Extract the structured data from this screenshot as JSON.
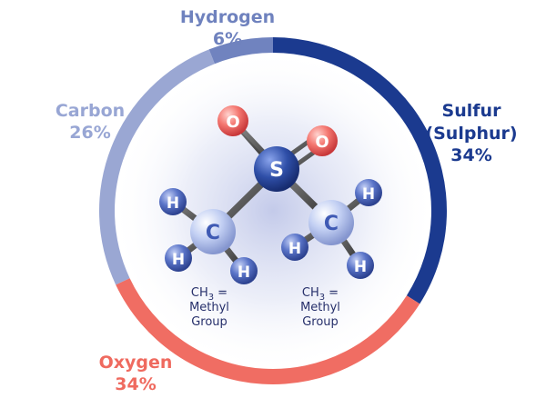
{
  "chart_data": {
    "type": "donut",
    "title": "",
    "slices": [
      {
        "label": "Sulfur",
        "label_line2": "(Sulphur)",
        "value": 34,
        "value_text": "34%",
        "color": "#1b3a8f"
      },
      {
        "label": "Oxygen",
        "value": 34,
        "value_text": "34%",
        "color": "#f06d63"
      },
      {
        "label": "Carbon",
        "value": 26,
        "value_text": "26%",
        "color": "#9aa7d3"
      },
      {
        "label": "Hydrogen",
        "value": 6,
        "value_text": "6%",
        "color": "#7083bf"
      }
    ]
  },
  "molecule": {
    "atoms": {
      "sulfur": "S",
      "oxygen_left": "O",
      "oxygen_right": "O",
      "carbon_left": "C",
      "carbon_right": "C",
      "hydrogen": "H"
    },
    "methyl_groups": [
      {
        "line1": "CH",
        "subscript": "3",
        "equals": "=",
        "line2": "Methyl",
        "line3": "Group"
      },
      {
        "line1": "CH",
        "subscript": "3",
        "equals": "=",
        "line2": "Methyl",
        "line3": "Group"
      }
    ],
    "colors": {
      "sulfur": "#2f4fa8",
      "oxygen": "#e65552",
      "carbon": "#a5b6e6",
      "hydrogen": "#4660b8",
      "bond": "#444444"
    }
  }
}
